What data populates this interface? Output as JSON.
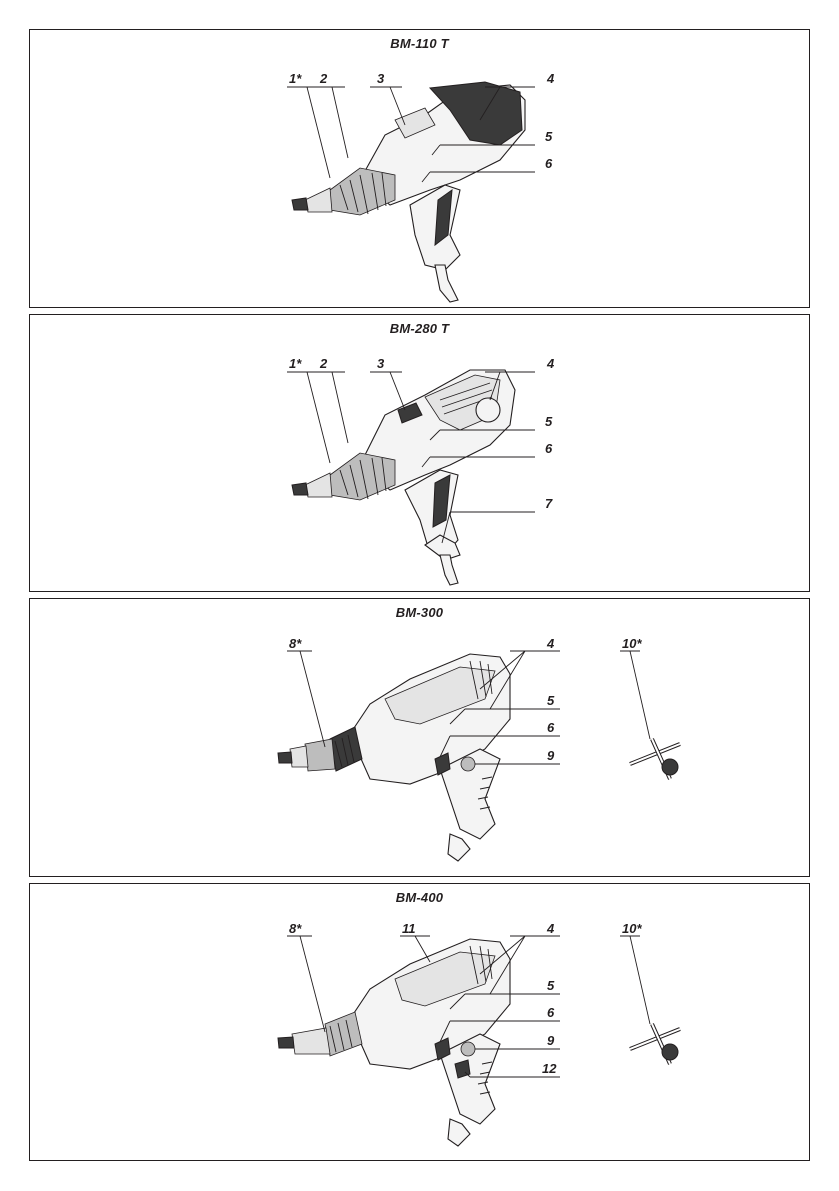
{
  "panels": [
    {
      "model": "BM-110 T",
      "labels": [
        "1*",
        "2",
        "3",
        "4",
        "5",
        "6"
      ]
    },
    {
      "model": "BM-280 T",
      "labels": [
        "1*",
        "2",
        "3",
        "4",
        "5",
        "6",
        "7"
      ]
    },
    {
      "model": "BM-300",
      "labels": [
        "8*",
        "4",
        "5",
        "6",
        "9",
        "10*"
      ]
    },
    {
      "model": "BM-400",
      "labels": [
        "8*",
        "11",
        "4",
        "5",
        "6",
        "9",
        "12",
        "10*"
      ]
    }
  ]
}
